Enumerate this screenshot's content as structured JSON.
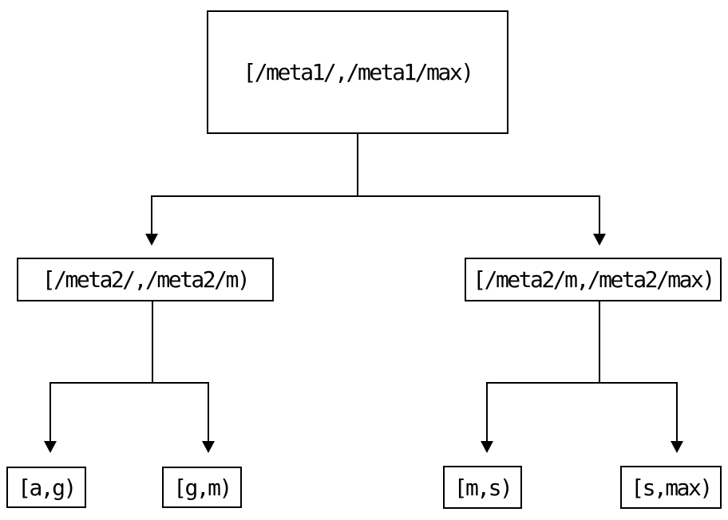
{
  "diagram": {
    "type": "tree",
    "background_color": "#ffffff",
    "line_color": "#000000",
    "text_color": "#000000",
    "nodes": {
      "root": {
        "label": "[/meta1/,/meta1/max)"
      },
      "left": {
        "label": "[/meta2/,/meta2/m)"
      },
      "right": {
        "label": "[/meta2/m,/meta2/max)"
      },
      "leaf_ag": {
        "label": "[a,g)"
      },
      "leaf_gm": {
        "label": "[g,m)"
      },
      "leaf_ms": {
        "label": "[m,s)"
      },
      "leaf_smax": {
        "label": "[s,max)"
      }
    },
    "edges": [
      {
        "from": "root",
        "to": "left",
        "arrow": "down"
      },
      {
        "from": "root",
        "to": "right",
        "arrow": "down"
      },
      {
        "from": "left",
        "to": "leaf_ag",
        "arrow": "down"
      },
      {
        "from": "left",
        "to": "leaf_gm",
        "arrow": "down"
      },
      {
        "from": "right",
        "to": "leaf_ms",
        "arrow": "down"
      },
      {
        "from": "right",
        "to": "leaf_smax",
        "arrow": "down"
      }
    ]
  }
}
